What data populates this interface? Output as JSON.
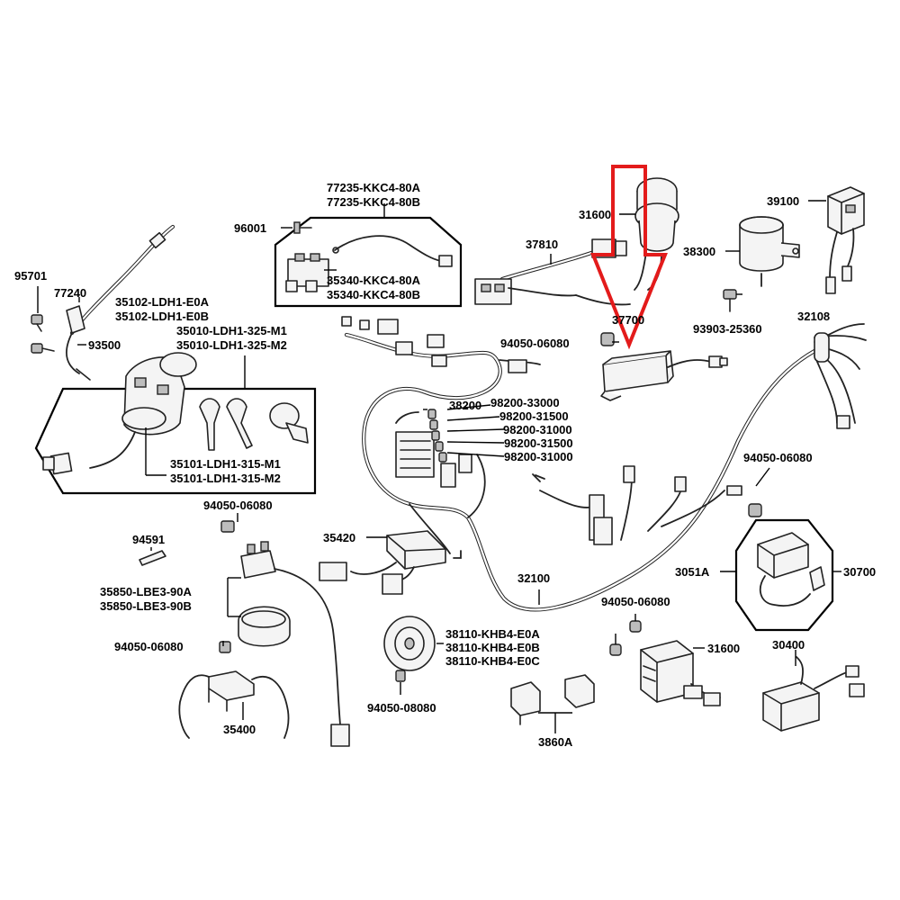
{
  "diagram": {
    "arrow_color": "#e31b1b",
    "line_color": "#000000",
    "labels": {
      "p77235_a": "77235-KKC4-80A",
      "p77235_b": "77235-KKC4-80B",
      "p96001": "96001",
      "p35340_a": "35340-KKC4-80A",
      "p35340_b": "35340-KKC4-80B",
      "p31600_top": "31600",
      "p37810": "37810",
      "p39100": "39100",
      "p38300": "38300",
      "p93903": "93903-25360",
      "p37700": "37700",
      "p32108": "32108",
      "p95701": "95701",
      "p77240": "77240",
      "p93500": "93500",
      "p35102_a": "35102-LDH1-E0A",
      "p35102_b": "35102-LDH1-E0B",
      "p35010_a": "35010-LDH1-325-M1",
      "p35010_b": "35010-LDH1-325-M2",
      "p94050_a": "94050-06080",
      "p38200": "38200",
      "p98200_33000": "98200-33000",
      "p98200_31500_a": "98200-31500",
      "p98200_31000_a": "98200-31000",
      "p98200_31500_b": "98200-31500",
      "p98200_31000_b": "98200-31000",
      "p35101_a": "35101-LDH1-315-M1",
      "p35101_b": "35101-LDH1-315-M2",
      "p94050_b": "94050-06080",
      "p94050_c": "94050-06080",
      "p94591": "94591",
      "p35420": "35420",
      "p3051a": "3051A",
      "p30700": "30700",
      "p35850_a": "35850-LBE3-90A",
      "p35850_b": "35850-LBE3-90B",
      "p32100": "32100",
      "p94050_d": "94050-06080",
      "p94050_e": "94050-06080",
      "p31600_bottom": "31600",
      "p38110_a": "38110-KHB4-E0A",
      "p38110_b": "38110-KHB4-E0B",
      "p38110_c": "38110-KHB4-E0C",
      "p30400": "30400",
      "p35400": "35400",
      "p94050_08080": "94050-08080",
      "p3860a": "3860A"
    }
  }
}
